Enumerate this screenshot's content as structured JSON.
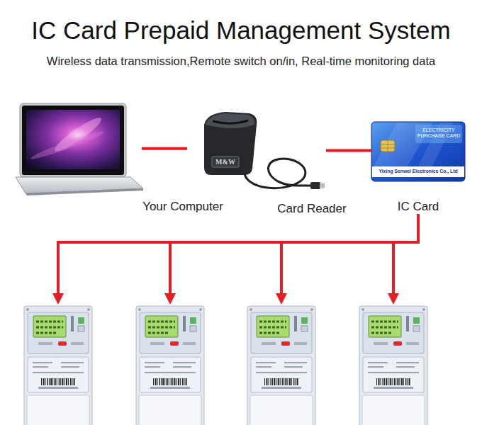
{
  "diagram": {
    "title": "IC Card Prepaid Management System",
    "nodes": [
      {
        "text": [
          "Your Computer"
        ]
      },
      {
        "text": [
          "M&W",
          "Card Reader"
        ]
      },
      {
        "text": [
          "ELECTRICITY PURCHASE CARD",
          "Yixing Senwei Electronics Co., Ltd",
          "IC Card"
        ]
      },
      {
        "text": []
      },
      {
        "text": []
      },
      {
        "text": []
      },
      {
        "text": []
      }
    ],
    "edges": [
      {
        "from": 0,
        "to": 1,
        "arrow": "none"
      },
      {
        "from": 1,
        "to": 2,
        "arrow": "none"
      },
      {
        "from": 2,
        "to": 3,
        "arrow": "to"
      },
      {
        "from": 2,
        "to": 4,
        "arrow": "to"
      },
      {
        "from": 2,
        "to": 5,
        "arrow": "to"
      },
      {
        "from": 2,
        "to": 6,
        "arrow": "to"
      }
    ],
    "labels": [
      "Wireless data transmission,Remote switch on/in, Real-time monitoring data"
    ]
  }
}
